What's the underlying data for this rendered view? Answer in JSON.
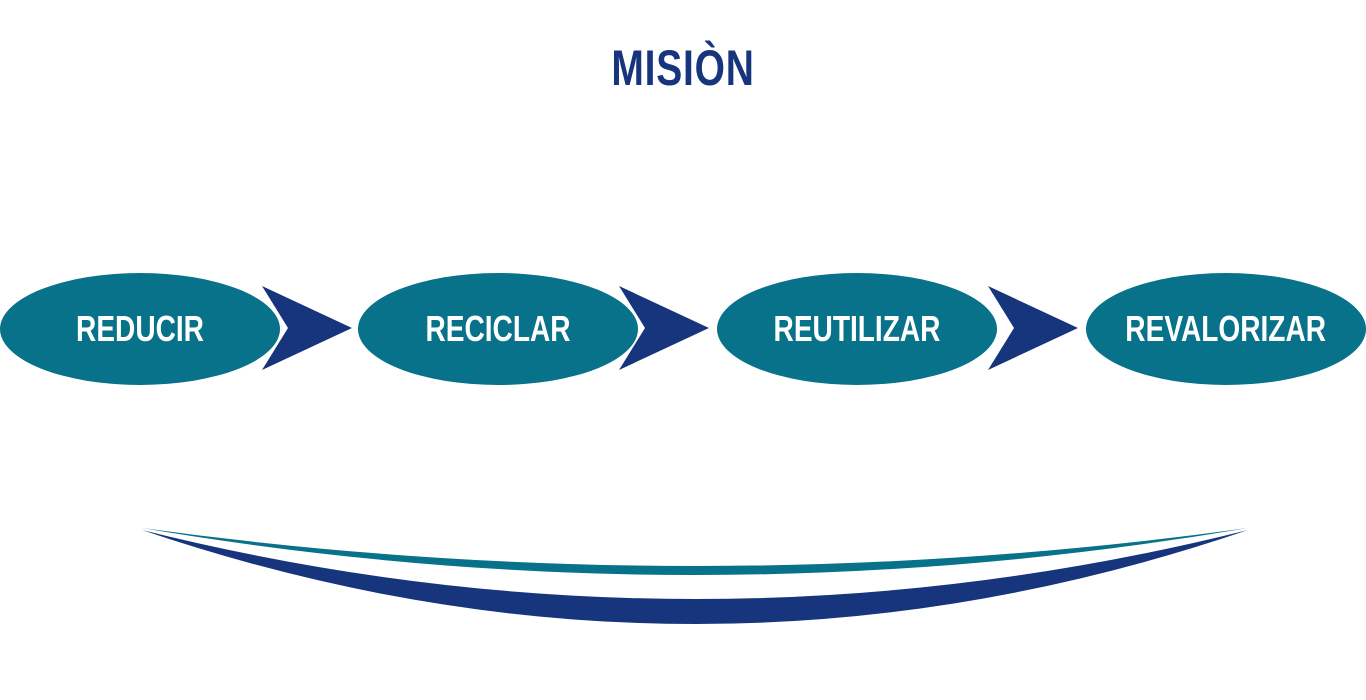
{
  "title": "MISIÒN",
  "steps": [
    {
      "label": "REDUCIR"
    },
    {
      "label": "RECICLAR"
    },
    {
      "label": "REUTILIZAR"
    },
    {
      "label": "REVALORIZAR"
    }
  ],
  "colors": {
    "title": "#17357c",
    "step_fill": "#07728a",
    "step_text": "#ffffff",
    "arrow": "#17357c",
    "swoosh_teal": "#07728a",
    "swoosh_navy": "#17357c"
  },
  "icons": {
    "arrow": "chevron-right-icon",
    "decoration": "swoosh-icon"
  }
}
